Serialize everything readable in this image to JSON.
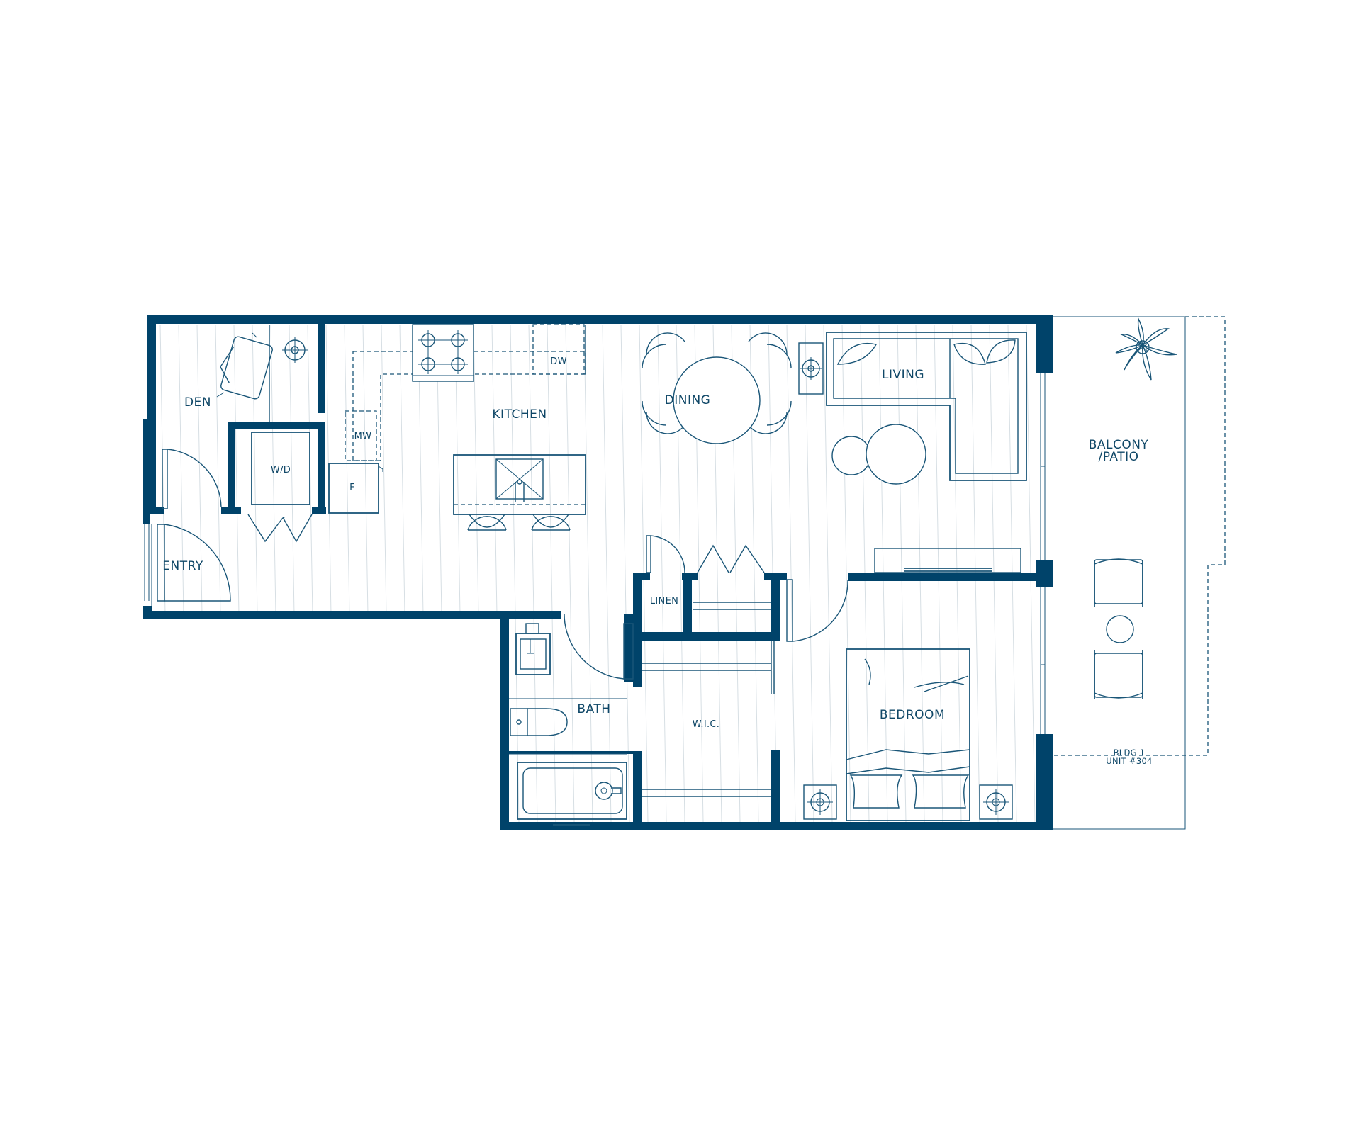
{
  "rooms": {
    "den": "DEN",
    "kitchen": "KITCHEN",
    "dining": "DINING",
    "living": "LIVING",
    "balcony_line1": "BALCONY",
    "balcony_line2": "/PATIO",
    "entry": "ENTRY",
    "linen": "LINEN",
    "bath": "BATH",
    "wic": "W.I.C.",
    "bedroom": "BEDROOM"
  },
  "appliances": {
    "washer_dryer": "W/D",
    "microwave": "MW",
    "fridge": "F",
    "dishwasher": "DW"
  },
  "unit_tag": {
    "building": "BLDG 1",
    "unit": "UNIT #304"
  },
  "colors": {
    "wall": "#00436a",
    "line": "#1a5678",
    "floor_hatch": "#d7dfe4"
  }
}
